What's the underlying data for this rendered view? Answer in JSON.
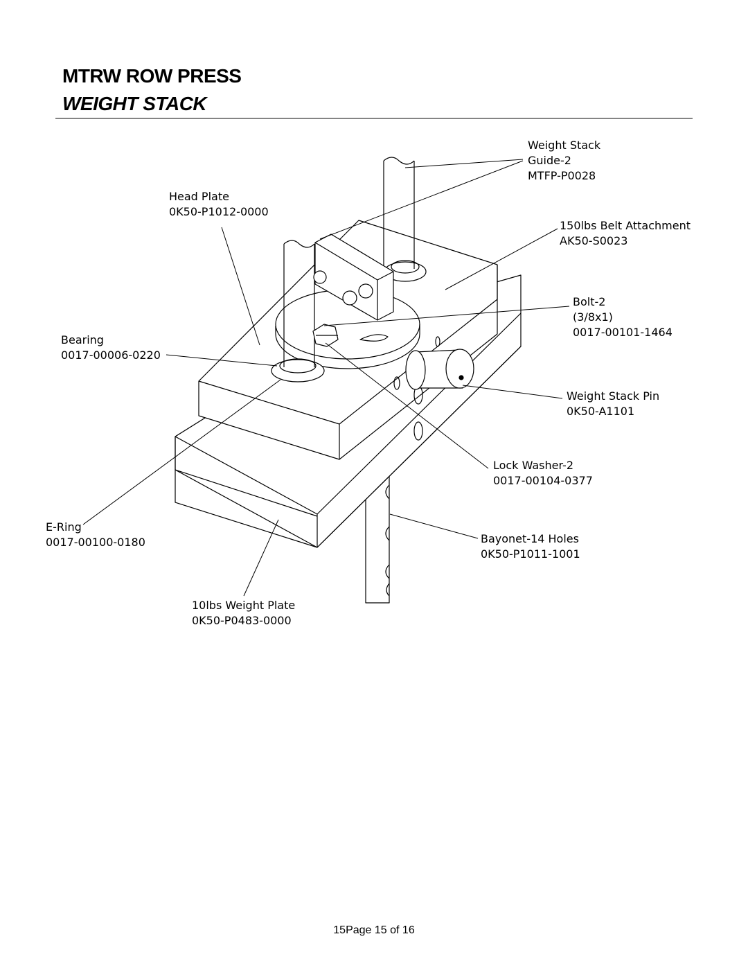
{
  "header": {
    "title": "MTRW ROW PRESS",
    "subtitle": "WEIGHT STACK"
  },
  "callouts": {
    "guide": {
      "name": "Weight Stack",
      "qty": "Guide-2",
      "part": "MTFP-P0028"
    },
    "head_plate": {
      "name": "Head Plate",
      "part": "0K50-P1012-0000"
    },
    "belt": {
      "name": "150lbs Belt Attachment",
      "part": "AK50-S0023"
    },
    "bolt": {
      "name": "Bolt-2",
      "size": "(3/8x1)",
      "part": "0017-00101-1464"
    },
    "bearing": {
      "name": "Bearing",
      "part": "0017-00006-0220"
    },
    "pin": {
      "name": "Weight Stack Pin",
      "part": "0K50-A1101"
    },
    "lock_washer": {
      "name": "Lock Washer-2",
      "part": "0017-00104-0377"
    },
    "e_ring": {
      "name": "E-Ring",
      "part": "0017-00100-0180"
    },
    "bayonet": {
      "name": "Bayonet-14 Holes",
      "part": "0K50-P1011-1001"
    },
    "plate": {
      "name": "10lbs Weight Plate",
      "part": "0K50-P0483-0000"
    }
  },
  "footer": {
    "page_label": "15Page 15 of 16"
  }
}
